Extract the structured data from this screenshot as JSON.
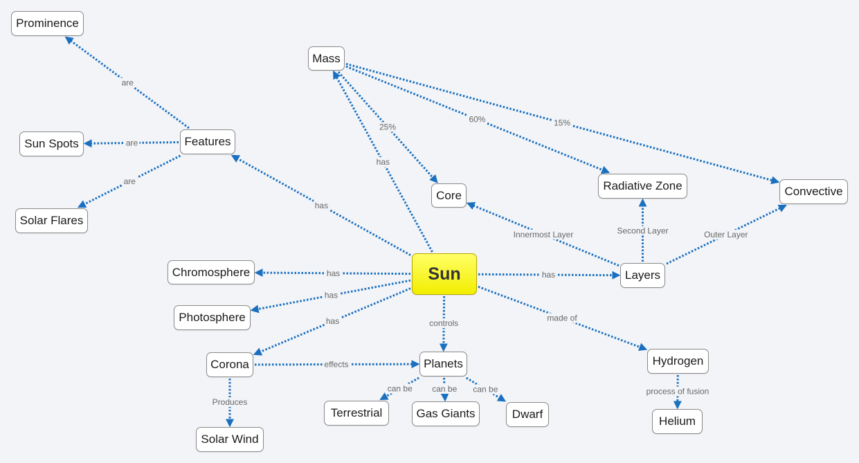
{
  "nodes": {
    "sun": "Sun",
    "prominence": "Prominence",
    "features": "Features",
    "sun_spots": "Sun Spots",
    "solar_flares": "Solar Flares",
    "mass": "Mass",
    "core": "Core",
    "radiative_zone": "Radiative Zone",
    "convective": "Convective",
    "layers": "Layers",
    "chromosphere": "Chromosphere",
    "photosphere": "Photosphere",
    "corona": "Corona",
    "solar_wind": "Solar Wind",
    "planets": "Planets",
    "terrestrial": "Terrestrial",
    "gas_giants": "Gas Giants",
    "dwarf": "Dwarf",
    "hydrogen": "Hydrogen",
    "helium": "Helium"
  },
  "edges": [
    {
      "from": "features",
      "to": "prominence",
      "label": "are"
    },
    {
      "from": "features",
      "to": "sun_spots",
      "label": "are"
    },
    {
      "from": "features",
      "to": "solar_flares",
      "label": "are"
    },
    {
      "from": "sun",
      "to": "features",
      "label": "has"
    },
    {
      "from": "sun",
      "to": "mass",
      "label": "has"
    },
    {
      "from": "mass",
      "to": "core",
      "label": "25%"
    },
    {
      "from": "mass",
      "to": "radiative_zone",
      "label": "60%"
    },
    {
      "from": "mass",
      "to": "convective",
      "label": "15%"
    },
    {
      "from": "layers",
      "to": "core",
      "label": "Innermost Layer"
    },
    {
      "from": "layers",
      "to": "radiative_zone",
      "label": "Second Layer"
    },
    {
      "from": "layers",
      "to": "convective",
      "label": "Outer Layer"
    },
    {
      "from": "sun",
      "to": "layers",
      "label": "has"
    },
    {
      "from": "sun",
      "to": "chromosphere",
      "label": "has"
    },
    {
      "from": "sun",
      "to": "photosphere",
      "label": "has"
    },
    {
      "from": "sun",
      "to": "corona",
      "label": "has"
    },
    {
      "from": "sun",
      "to": "planets",
      "label": "controls"
    },
    {
      "from": "sun",
      "to": "hydrogen",
      "label": "made of"
    },
    {
      "from": "corona",
      "to": "planets",
      "label": "effects"
    },
    {
      "from": "corona",
      "to": "solar_wind",
      "label": "Produces"
    },
    {
      "from": "planets",
      "to": "terrestrial",
      "label": "can be"
    },
    {
      "from": "planets",
      "to": "gas_giants",
      "label": "can be"
    },
    {
      "from": "planets",
      "to": "dwarf",
      "label": "can be"
    },
    {
      "from": "hydrogen",
      "to": "helium",
      "label": "process of fusion"
    }
  ],
  "colors": {
    "connector": "#1a6fbf",
    "root_fill": "#f5f200",
    "node_fill": "#ffffff",
    "background": "#f2f4f7"
  }
}
